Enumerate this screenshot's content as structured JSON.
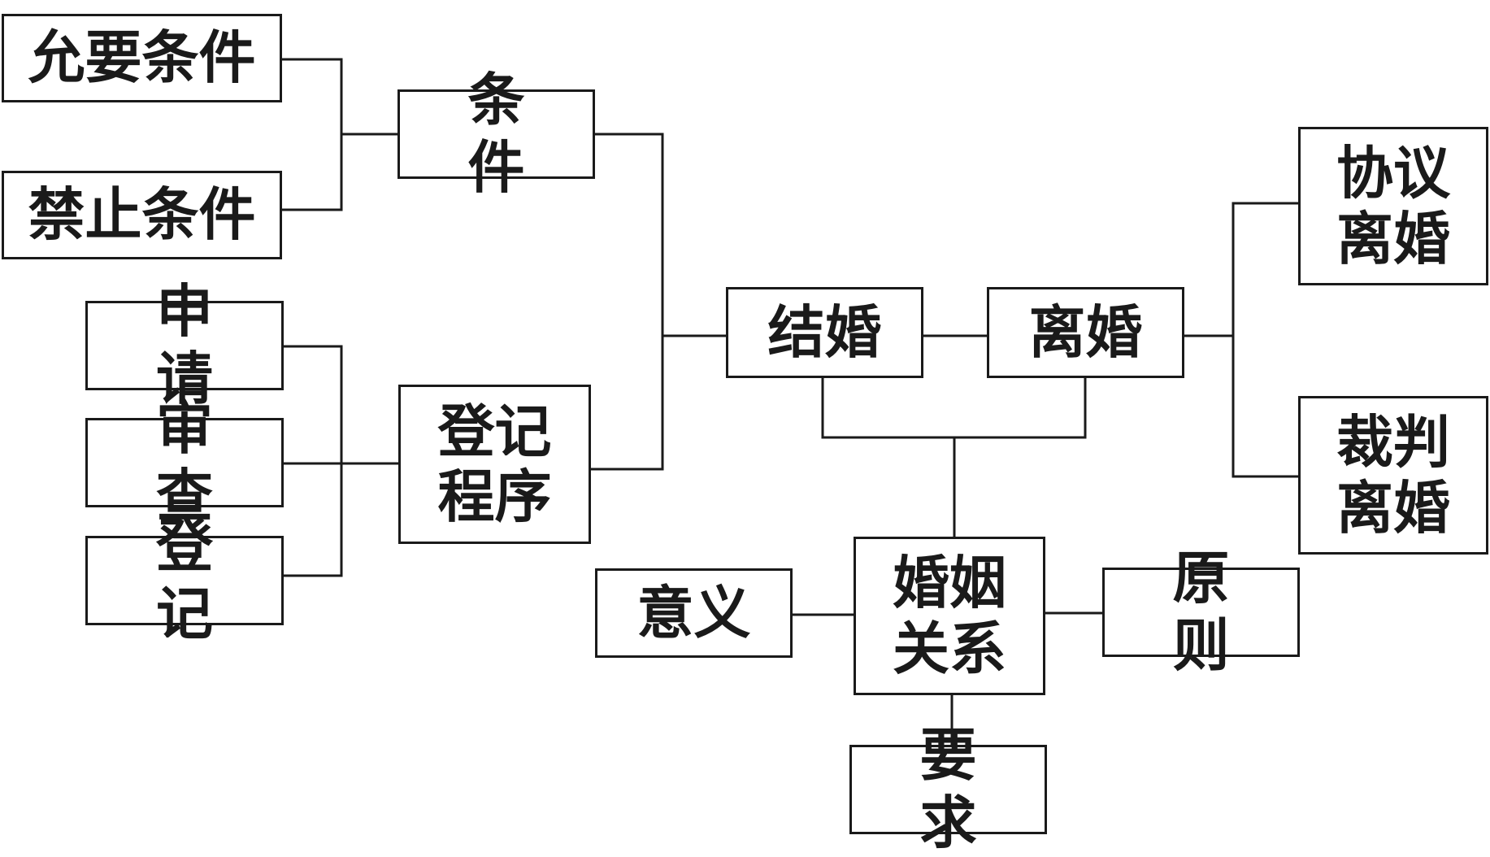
{
  "nodes": {
    "yunyao_tiaojian": "允要条件",
    "jinzhi_tiaojian": "禁止条件",
    "tiaojian": "条 件",
    "shenqing": "申 请",
    "shencha": "审 查",
    "dengji": "登 记",
    "dengji_chengxu": "登记\n程序",
    "jiehun": "结婚",
    "lihun": "离婚",
    "xieyi_lihun": "协议\n离婚",
    "caipan_lihun": "裁判\n离婚",
    "hunyin_guanxi": "婚姻\n关系",
    "yiyi": "意义",
    "yuanze": "原 则",
    "yaoqiu": "要 求"
  },
  "colors": {
    "line": "#1a1a1a",
    "box_border": "#1a1a1a",
    "background": "#ffffff"
  }
}
